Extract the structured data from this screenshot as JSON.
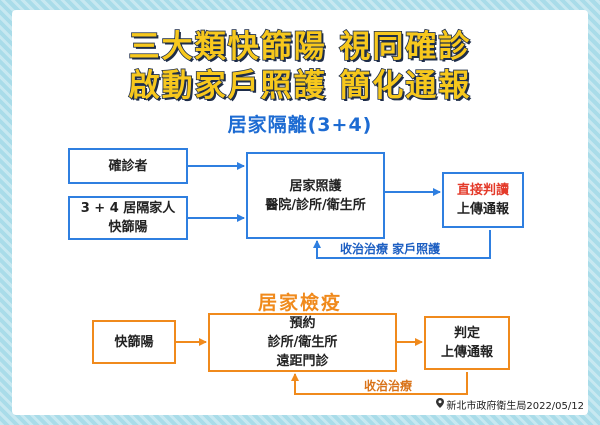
{
  "title": {
    "line1": "三大類快篩陽  視同確診",
    "line2": "啟動家戶照護  簡化通報"
  },
  "home_isolation": {
    "heading": "居家隔離(3+4)",
    "confirmed": "確診者",
    "contacts_line1": "3 + 4 居隔家人",
    "contacts_line2": "快篩陽",
    "care_line1": "居家照護",
    "care_line2": "醫院/診所/衛生所",
    "report_line1": "直接判讀",
    "report_line2": "上傳通報",
    "feedback": "收治治療    家戶照護"
  },
  "home_quarantine": {
    "heading": "居家檢疫",
    "rapid_positive": "快篩陽",
    "visit_line1": "預約",
    "visit_line2": "診所/衛生所",
    "visit_line3": "遠距門診",
    "report_line1": "判定",
    "report_line2": "上傳通報",
    "feedback": "收治治療"
  },
  "credit": "新北市政府衛生局2022/05/12",
  "colors": {
    "blue": "#2f7fe0",
    "orange": "#f08a1c",
    "title_yellow": "#f7c81d",
    "title_outline": "#1e2d4a",
    "highlight_red": "#e43a2a",
    "frame": "#a9dce9"
  }
}
